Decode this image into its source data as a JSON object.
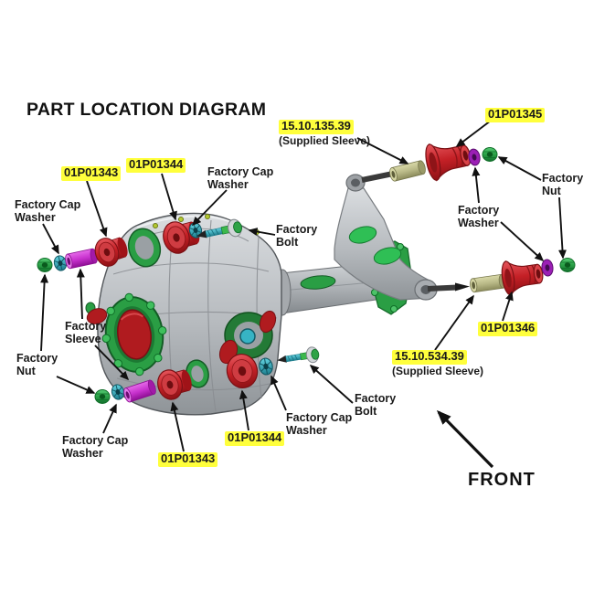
{
  "title": "PART LOCATION DIAGRAM",
  "front": "FRONT",
  "highlighted_parts": {
    "p15_10_135_39": {
      "part_number": "15.10.135.39",
      "note": "(Supplied Sleeve)"
    },
    "p15_10_534_39": {
      "part_number": "15.10.534.39",
      "note": "(Supplied Sleeve)"
    },
    "p01P01343": "01P01343",
    "p01P01344": "01P01344",
    "p01P01345": "01P01345",
    "p01P01346": "01P01346"
  },
  "factory_labels": {
    "cap_washer": "Factory Cap Washer",
    "bolt": "Factory Bolt",
    "nut": "Factory Nut",
    "washer": "Factory Washer",
    "sleeve": "Factory Sleeve"
  },
  "colors": {
    "highlight_yellow": "#FFFF3C",
    "bushing_red": "#C42026",
    "hardware_green": "#2AA147",
    "sleeve_magenta": "#C832CE",
    "cap_washer_teal": "#2F9FB0",
    "supplied_sleeve_olive": "#B9B987",
    "washer_purple": "#9B1FB5",
    "bolt_teal": "#49C9D9",
    "housing_gray": "#B9BDC1",
    "arrow_black": "#111111"
  }
}
